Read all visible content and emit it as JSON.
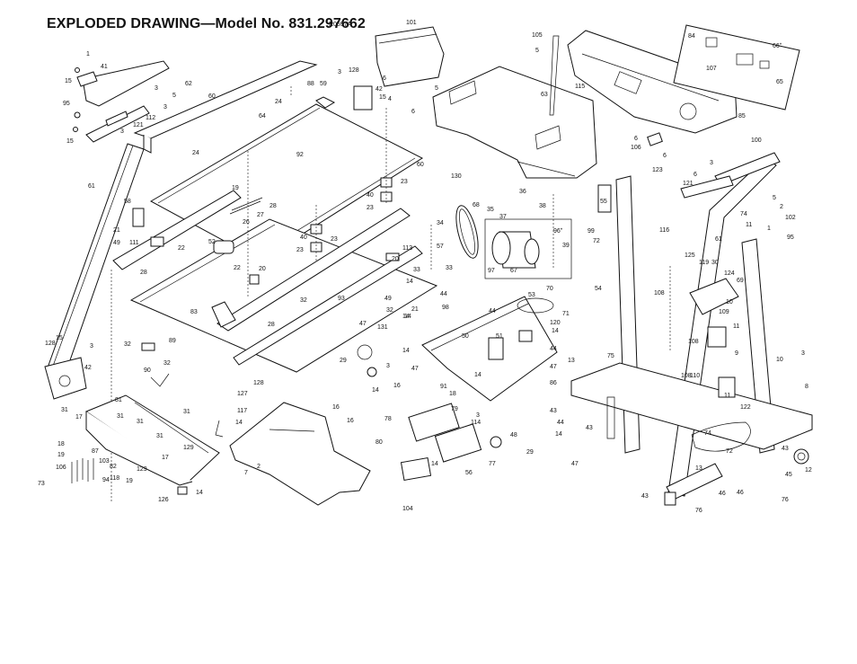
{
  "header": {
    "title": "EXPLODED DRAWING—Model No. 831.297662",
    "drawing_code": "R0597A"
  },
  "callouts": [
    {
      "id": "c1",
      "text": "1"
    },
    {
      "id": "c41",
      "text": "41"
    },
    {
      "id": "c15a",
      "text": "15"
    },
    {
      "id": "c62",
      "text": "62"
    },
    {
      "id": "c3a",
      "text": "3"
    },
    {
      "id": "c5a",
      "text": "5"
    },
    {
      "id": "c95a",
      "text": "95"
    },
    {
      "id": "c3b",
      "text": "3"
    },
    {
      "id": "c112",
      "text": "112"
    },
    {
      "id": "c121a",
      "text": "121"
    },
    {
      "id": "c15b",
      "text": "15"
    },
    {
      "id": "c3c",
      "text": "3"
    },
    {
      "id": "c60a",
      "text": "60"
    },
    {
      "id": "c24a",
      "text": "24"
    },
    {
      "id": "c64",
      "text": "64"
    },
    {
      "id": "c88",
      "text": "88"
    },
    {
      "id": "c59",
      "text": "59"
    },
    {
      "id": "c24b",
      "text": "24"
    },
    {
      "id": "c92",
      "text": "92"
    },
    {
      "id": "c60b",
      "text": "60"
    },
    {
      "id": "c61a",
      "text": "61"
    },
    {
      "id": "c101",
      "text": "101"
    },
    {
      "id": "c3d",
      "text": "3"
    },
    {
      "id": "c128a",
      "text": "128"
    },
    {
      "id": "c42a",
      "text": "42"
    },
    {
      "id": "c6a",
      "text": "6"
    },
    {
      "id": "c15c",
      "text": "15"
    },
    {
      "id": "c4",
      "text": "4"
    },
    {
      "id": "c6b",
      "text": "6"
    },
    {
      "id": "c5b",
      "text": "5"
    },
    {
      "id": "c105",
      "text": "105"
    },
    {
      "id": "c5c",
      "text": "5"
    },
    {
      "id": "c63",
      "text": "63"
    },
    {
      "id": "c115",
      "text": "115"
    },
    {
      "id": "c84",
      "text": "84"
    },
    {
      "id": "c66",
      "text": "66ʺ"
    },
    {
      "id": "c107",
      "text": "107"
    },
    {
      "id": "c65",
      "text": "65"
    },
    {
      "id": "c85",
      "text": "85"
    },
    {
      "id": "c6c",
      "text": "6"
    },
    {
      "id": "c106a",
      "text": "106"
    },
    {
      "id": "c6d",
      "text": "6"
    },
    {
      "id": "c100",
      "text": "100"
    },
    {
      "id": "c123",
      "text": "123"
    },
    {
      "id": "c3e",
      "text": "3"
    },
    {
      "id": "c6e",
      "text": "6"
    },
    {
      "id": "c121b",
      "text": "121"
    },
    {
      "id": "c5d",
      "text": "5"
    },
    {
      "id": "c130",
      "text": "130"
    },
    {
      "id": "c19a",
      "text": "19"
    },
    {
      "id": "c28a",
      "text": "28"
    },
    {
      "id": "c27",
      "text": "27"
    },
    {
      "id": "c26",
      "text": "26"
    },
    {
      "id": "c58",
      "text": "58"
    },
    {
      "id": "c21a",
      "text": "21"
    },
    {
      "id": "c49a",
      "text": "49"
    },
    {
      "id": "c111",
      "text": "111"
    },
    {
      "id": "c22a",
      "text": "22"
    },
    {
      "id": "c52",
      "text": "52"
    },
    {
      "id": "c28b",
      "text": "28"
    },
    {
      "id": "c22b",
      "text": "22"
    },
    {
      "id": "c40a",
      "text": "40"
    },
    {
      "id": "c23a",
      "text": "23"
    },
    {
      "id": "c23b",
      "text": "23"
    },
    {
      "id": "c40b",
      "text": "40"
    },
    {
      "id": "c23c",
      "text": "23"
    },
    {
      "id": "c23d",
      "text": "23"
    },
    {
      "id": "c34",
      "text": "34"
    },
    {
      "id": "c113",
      "text": "113"
    },
    {
      "id": "c57",
      "text": "57"
    },
    {
      "id": "c20a",
      "text": "20"
    },
    {
      "id": "c68",
      "text": "68"
    },
    {
      "id": "c36",
      "text": "36"
    },
    {
      "id": "c35",
      "text": "35"
    },
    {
      "id": "c37",
      "text": "37"
    },
    {
      "id": "c38",
      "text": "38"
    },
    {
      "id": "c96",
      "text": "96ʺ"
    },
    {
      "id": "c39",
      "text": "39"
    },
    {
      "id": "c97",
      "text": "97"
    },
    {
      "id": "c67",
      "text": "67"
    },
    {
      "id": "c33a",
      "text": "33"
    },
    {
      "id": "c33b",
      "text": "33"
    },
    {
      "id": "c20b",
      "text": "20"
    },
    {
      "id": "c83",
      "text": "83"
    },
    {
      "id": "c93",
      "text": "93"
    },
    {
      "id": "c28c",
      "text": "28"
    },
    {
      "id": "c32a",
      "text": "32"
    },
    {
      "id": "c14a",
      "text": "14"
    },
    {
      "id": "c44a",
      "text": "44"
    },
    {
      "id": "c49b",
      "text": "49"
    },
    {
      "id": "c32b",
      "text": "32"
    },
    {
      "id": "c21b",
      "text": "21"
    },
    {
      "id": "c98",
      "text": "98"
    },
    {
      "id": "c53",
      "text": "53"
    },
    {
      "id": "c70",
      "text": "70"
    },
    {
      "id": "c71",
      "text": "71"
    },
    {
      "id": "c120",
      "text": "120"
    },
    {
      "id": "c14b",
      "text": "14"
    },
    {
      "id": "c44b",
      "text": "44"
    },
    {
      "id": "c14c",
      "text": "14"
    },
    {
      "id": "c14d",
      "text": "14"
    },
    {
      "id": "c47a",
      "text": "47"
    },
    {
      "id": "c131",
      "text": "131"
    },
    {
      "id": "c14e",
      "text": "14"
    },
    {
      "id": "c47b",
      "text": "47"
    },
    {
      "id": "c50",
      "text": "50"
    },
    {
      "id": "c51",
      "text": "51"
    },
    {
      "id": "c44c",
      "text": "44"
    },
    {
      "id": "c47c",
      "text": "47"
    },
    {
      "id": "c86",
      "text": "86"
    },
    {
      "id": "c54",
      "text": "54"
    },
    {
      "id": "c55",
      "text": "55"
    },
    {
      "id": "c116",
      "text": "116"
    },
    {
      "id": "c99",
      "text": "99"
    },
    {
      "id": "c72a",
      "text": "72"
    },
    {
      "id": "c74a",
      "text": "74"
    },
    {
      "id": "c11a",
      "text": "11"
    },
    {
      "id": "c2",
      "text": "2"
    },
    {
      "id": "c102",
      "text": "102"
    },
    {
      "id": "c1b",
      "text": "1"
    },
    {
      "id": "c95b",
      "text": "95"
    },
    {
      "id": "c61b",
      "text": "61"
    },
    {
      "id": "c125",
      "text": "125"
    },
    {
      "id": "c119",
      "text": "119"
    },
    {
      "id": "c30",
      "text": "30"
    },
    {
      "id": "c124",
      "text": "124"
    },
    {
      "id": "c69",
      "text": "69"
    },
    {
      "id": "c10a",
      "text": "10"
    },
    {
      "id": "c108a",
      "text": "108"
    },
    {
      "id": "c109",
      "text": "109"
    },
    {
      "id": "c11b",
      "text": "11"
    },
    {
      "id": "c108b",
      "text": "108"
    },
    {
      "id": "c9",
      "text": "9"
    },
    {
      "id": "c108c",
      "text": "108"
    },
    {
      "id": "c110",
      "text": "110"
    },
    {
      "id": "c11c",
      "text": "11"
    },
    {
      "id": "c10b",
      "text": "10"
    },
    {
      "id": "c3f",
      "text": "3"
    },
    {
      "id": "c8",
      "text": "8"
    },
    {
      "id": "c122",
      "text": "122"
    },
    {
      "id": "c74b",
      "text": "74"
    },
    {
      "id": "c72b",
      "text": "72"
    },
    {
      "id": "c13a",
      "text": "13"
    },
    {
      "id": "c43a",
      "text": "43"
    },
    {
      "id": "c45",
      "text": "45"
    },
    {
      "id": "c12",
      "text": "12"
    },
    {
      "id": "c76a",
      "text": "76"
    },
    {
      "id": "c13b",
      "text": "13"
    },
    {
      "id": "c75",
      "text": "75"
    },
    {
      "id": "c43b",
      "text": "43"
    },
    {
      "id": "c46a",
      "text": "46"
    },
    {
      "id": "c43c",
      "text": "43"
    },
    {
      "id": "c76b",
      "text": "76"
    },
    {
      "id": "c46b",
      "text": "46"
    },
    {
      "id": "c43d",
      "text": "43"
    },
    {
      "id": "c44d",
      "text": "44"
    },
    {
      "id": "c14f",
      "text": "14"
    },
    {
      "id": "c47d",
      "text": "47"
    },
    {
      "id": "c29a",
      "text": "29"
    },
    {
      "id": "c48",
      "text": "48"
    },
    {
      "id": "c77",
      "text": "77"
    },
    {
      "id": "c56",
      "text": "56"
    },
    {
      "id": "c78",
      "text": "78"
    },
    {
      "id": "c79",
      "text": "79"
    },
    {
      "id": "c18a",
      "text": "18"
    },
    {
      "id": "c3g",
      "text": "3"
    },
    {
      "id": "c114",
      "text": "114"
    },
    {
      "id": "c14g",
      "text": "14"
    },
    {
      "id": "c91",
      "text": "91"
    },
    {
      "id": "c29b",
      "text": "29"
    },
    {
      "id": "c14h",
      "text": "14"
    },
    {
      "id": "c3h",
      "text": "3"
    },
    {
      "id": "c16a",
      "text": "16"
    },
    {
      "id": "c16b",
      "text": "16"
    },
    {
      "id": "c16c",
      "text": "16"
    },
    {
      "id": "c80",
      "text": "80"
    },
    {
      "id": "c2b",
      "text": "2"
    },
    {
      "id": "c14i",
      "text": "14"
    },
    {
      "id": "c104",
      "text": "104"
    },
    {
      "id": "c32c",
      "text": "32"
    },
    {
      "id": "c89",
      "text": "89"
    },
    {
      "id": "c90",
      "text": "90"
    },
    {
      "id": "c32d",
      "text": "32"
    },
    {
      "id": "c128b",
      "text": "128"
    },
    {
      "id": "c15d",
      "text": "15"
    },
    {
      "id": "c128c",
      "text": "128"
    },
    {
      "id": "c3i",
      "text": "3"
    },
    {
      "id": "c42b",
      "text": "42"
    },
    {
      "id": "c31a",
      "text": "31"
    },
    {
      "id": "c81",
      "text": "81"
    },
    {
      "id": "c31b",
      "text": "31"
    },
    {
      "id": "c31c",
      "text": "31"
    },
    {
      "id": "c31d",
      "text": "31"
    },
    {
      "id": "c31e",
      "text": "31"
    },
    {
      "id": "c129a",
      "text": "129"
    },
    {
      "id": "c17a",
      "text": "17"
    },
    {
      "id": "c18b",
      "text": "18"
    },
    {
      "id": "c19b",
      "text": "19"
    },
    {
      "id": "c87",
      "text": "87"
    },
    {
      "id": "c103",
      "text": "103"
    },
    {
      "id": "c106b",
      "text": "106"
    },
    {
      "id": "c82",
      "text": "82"
    },
    {
      "id": "c118",
      "text": "118"
    },
    {
      "id": "c73",
      "text": "73"
    },
    {
      "id": "c94",
      "text": "94"
    },
    {
      "id": "c19c",
      "text": "19"
    },
    {
      "id": "c129b",
      "text": "129"
    },
    {
      "id": "c17b",
      "text": "17"
    },
    {
      "id": "c126",
      "text": "126"
    },
    {
      "id": "c14j",
      "text": "14"
    },
    {
      "id": "c127",
      "text": "127"
    },
    {
      "id": "c117",
      "text": "117"
    },
    {
      "id": "c14k",
      "text": "14"
    },
    {
      "id": "c7",
      "text": "7"
    }
  ]
}
